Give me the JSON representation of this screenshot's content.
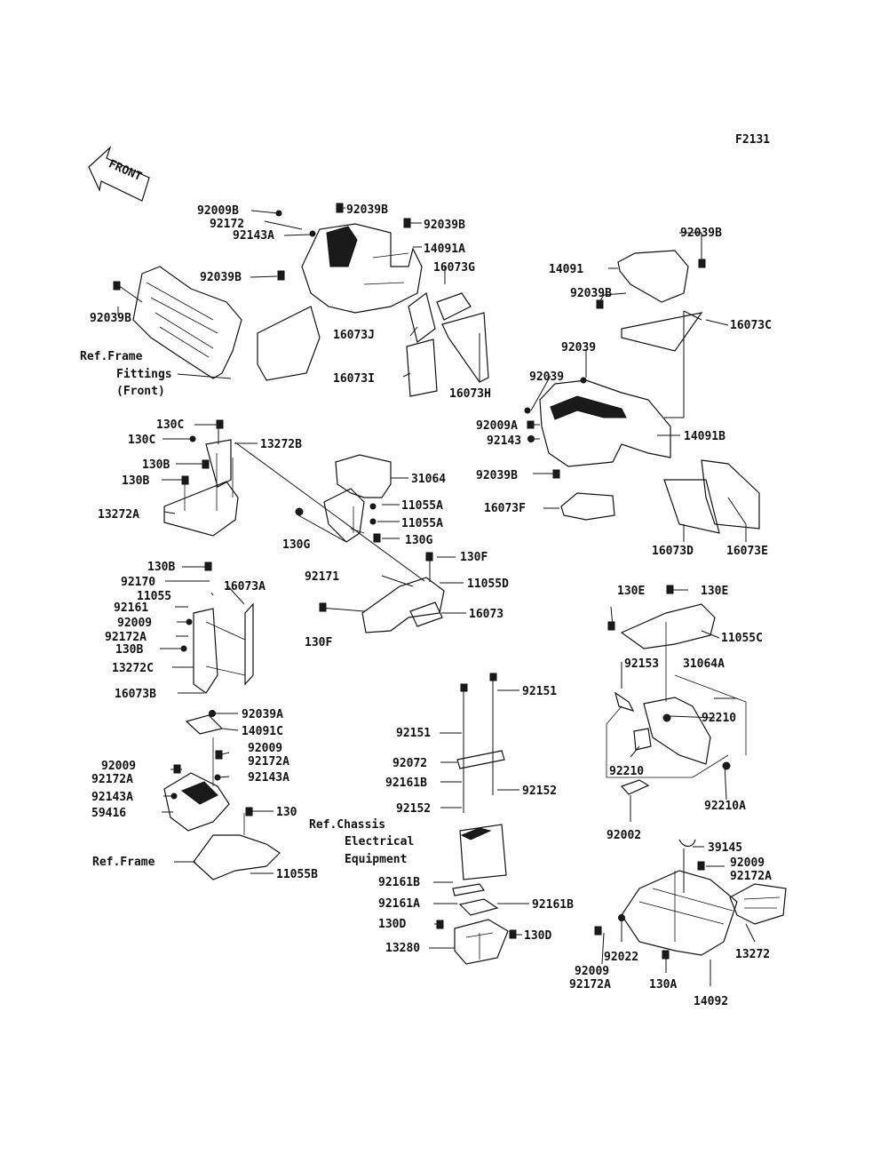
{
  "figure_code": "F2131",
  "front_arrow_label": "FRONT",
  "refs": {
    "frame_fittings": [
      "Ref.Frame",
      "Fittings",
      "(Front)"
    ],
    "chassis_electrical": [
      "Ref.Chassis",
      "Electrical",
      "Equipment"
    ],
    "frame": "Ref.Frame"
  },
  "labels": {
    "l92009B_top": "92009B",
    "l92172_top": "92172",
    "l92143A_top": "92143A",
    "l92039B_a": "92039B",
    "l92039B_b": "92039B",
    "l14091A": "14091A",
    "l16073G": "16073G",
    "l92039B_c": "92039B",
    "l92039B_d": "92039B",
    "l16073J": "16073J",
    "l16073I": "16073I",
    "l16073H": "16073H",
    "l92039B_e": "92039B",
    "l14091": "14091",
    "l92039B_f": "92039B",
    "l16073C": "16073C",
    "l92039_a": "92039",
    "l92039_b": "92039",
    "l92009A": "92009A",
    "l92143": "92143",
    "l14091B": "14091B",
    "l92039B_g": "92039B",
    "l16073F": "16073F",
    "l16073D": "16073D",
    "l16073E": "16073E",
    "l130C_a": "130C",
    "l130C_b": "130C",
    "l13272B": "13272B",
    "l130B_a": "130B",
    "l130B_b": "130B",
    "l13272A": "13272A",
    "l31064": "31064",
    "l11055A_a": "11055A",
    "l11055A_b": "11055A",
    "l130G_a": "130G",
    "l130G_b": "130G",
    "l130F_a": "130F",
    "l92171": "92171",
    "l11055D": "11055D",
    "l16073": "16073",
    "l130F_b": "130F",
    "l130B_c": "130B",
    "l92170": "92170",
    "l11055": "11055",
    "l16073A": "16073A",
    "l92161": "92161",
    "l92009_a": "92009",
    "l92172A_a": "92172A",
    "l130B_d": "130B",
    "l13272C": "13272C",
    "l16073B": "16073B",
    "l130E_a": "130E",
    "l130E_b": "130E",
    "l11055C": "11055C",
    "l92153": "92153",
    "l31064A": "31064A",
    "l92210_a": "92210",
    "l92210_b": "92210",
    "l92210A": "92210A",
    "l92002": "92002",
    "l92039A": "92039A",
    "l14091C": "14091C",
    "l92009_b": "92009",
    "l92172A_b": "92172A",
    "l92009_c": "92009",
    "l92172A_c": "92172A",
    "l92143A_a": "92143A",
    "l92143A_b": "92143A",
    "l59416": "59416",
    "l130": "130",
    "l11055B": "11055B",
    "l92151_a": "92151",
    "l92151_b": "92151",
    "l92072": "92072",
    "l92161B_a": "92161B",
    "l92152_a": "92152",
    "l92152_b": "92152",
    "l92161B_b": "92161B",
    "l92161A": "92161A",
    "l92161B_c": "92161B",
    "l130D_a": "130D",
    "l130D_b": "130D",
    "l13280": "13280",
    "l39145": "39145",
    "l92009_d": "92009",
    "l92172A_d": "92172A",
    "l13272": "13272",
    "l92022": "92022",
    "l92009_e": "92009",
    "l92172A_e": "92172A",
    "l130A": "130A",
    "l14092": "14092"
  }
}
